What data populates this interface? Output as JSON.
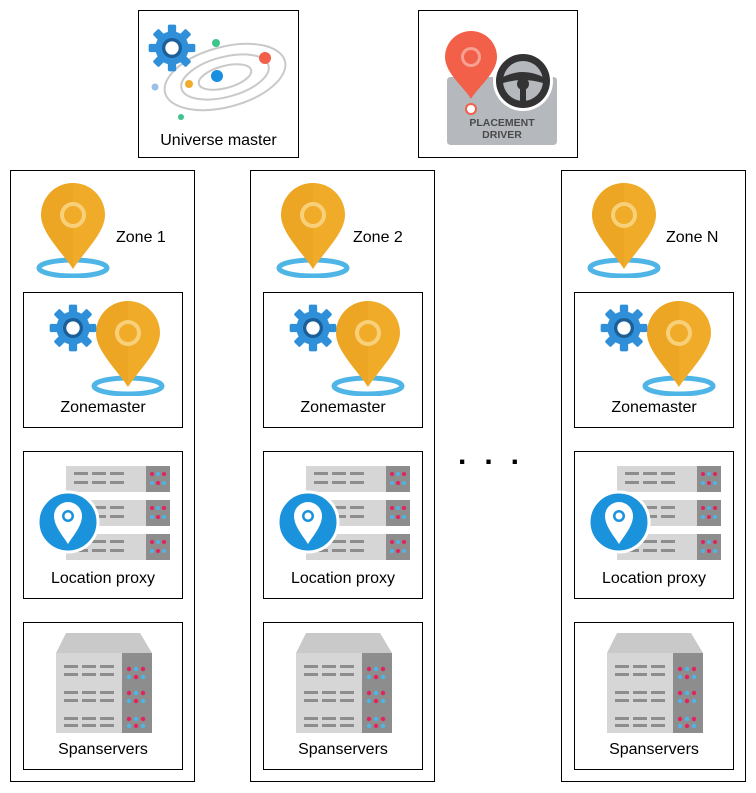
{
  "top": {
    "universe_master": "Universe master",
    "placement_driver_line1": "PLACEMENT",
    "placement_driver_line2": "DRIVER"
  },
  "zones": [
    {
      "title": "Zone 1",
      "zonemaster": "Zonemaster",
      "location_proxy": "Location proxy",
      "spanservers": "Spanservers"
    },
    {
      "title": "Zone 2",
      "zonemaster": "Zonemaster",
      "location_proxy": "Location proxy",
      "spanservers": "Spanservers"
    },
    {
      "title": "Zone N",
      "zonemaster": "Zonemaster",
      "location_proxy": "Location proxy",
      "spanservers": "Spanservers"
    }
  ],
  "ellipsis": "...",
  "colors": {
    "pin": "#f0ac28",
    "pin_inner": "#f8d07a",
    "ring": "#4fb5e6",
    "gear": "#2f8fd8",
    "server_light": "#d6d6d6",
    "server_dark": "#8d8d8d",
    "proxy_badge": "#1a93dc",
    "placement_red": "#f2604a",
    "wheel": "#333333"
  },
  "icons": {
    "universe": "galaxy-gear-icon",
    "placement": "placement-driver-icon",
    "zone": "location-pin-icon",
    "zonemaster": "gear-pin-icon",
    "proxy": "server-pin-icon",
    "spanserver": "server-rack-icon"
  }
}
